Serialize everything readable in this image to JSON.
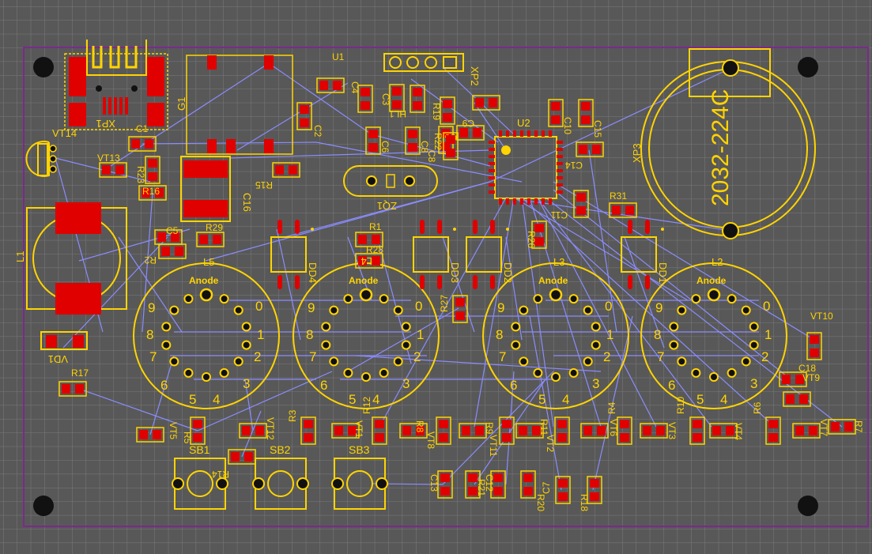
{
  "colors": {
    "background": "#585858",
    "grid": "#7a7a7a",
    "board_outline": "#7b2a8c",
    "silkscreen": "#ffd400",
    "copper_pad": "#e00000",
    "ratsnest": "#8a8cff",
    "drill": "#1a1a1a"
  },
  "labels": {
    "xp1": "XP1",
    "c1": "C1",
    "g1": "G1",
    "u1": "U1",
    "c2": "C2",
    "c4": "C4",
    "c3": "C3",
    "hl1": "HL1",
    "r19": "R19",
    "r22": "R22",
    "xp2": "XP2",
    "c9": "C9",
    "c6": "C6",
    "c8": "C8",
    "c10": "C10",
    "c15": "C15",
    "u2": "U2",
    "c14": "C14",
    "xp3": "XP3",
    "battery_text": "2032-224C",
    "vt14": "VT14",
    "vt13": "VT13",
    "r23": "R23",
    "r16": "R16",
    "c16": "C16",
    "r15": "R15",
    "zq1": "ZQ1",
    "r31": "R31",
    "c11": "C11",
    "l1": "L1",
    "c5": "C5",
    "r2": "R2",
    "r29": "R29",
    "r1": "R1",
    "r28": "R28",
    "r26": "R26",
    "dd4": "DD4",
    "dd3": "DD3",
    "dd2": "DD2",
    "dd1": "DD1",
    "l5": "L5",
    "l4": "L4",
    "l3": "L3",
    "l2": "L2",
    "r27": "R27",
    "anode": "Anode",
    "vd1": "VD1",
    "r17": "R17",
    "vt10": "VT10",
    "c18": "C18",
    "vt9": "VT9",
    "vt5": "VT5",
    "r5": "R5",
    "vt12": "VT12",
    "r3": "R3",
    "vt1": "VT1",
    "r12": "R12",
    "r8": "R8",
    "vt8": "VT8",
    "r9": "R9",
    "vt11": "VT11",
    "r11": "R11",
    "vt2": "VT2",
    "vt6": "VT6",
    "r4": "R4",
    "vt3": "VT3",
    "r10": "R10",
    "vt4": "VT4",
    "r6": "R6",
    "vt7": "VT7",
    "r7": "R7",
    "r14": "R14",
    "sb1": "SB1",
    "sb2": "SB2",
    "sb3": "SB3",
    "c13": "C13",
    "r21": "R21",
    "c12": "C12",
    "r20": "R20",
    "c7": "C7",
    "r18": "R18"
  },
  "digits": [
    "0",
    "1",
    "2",
    "3",
    "4",
    "5",
    "6",
    "7",
    "8",
    "9"
  ]
}
